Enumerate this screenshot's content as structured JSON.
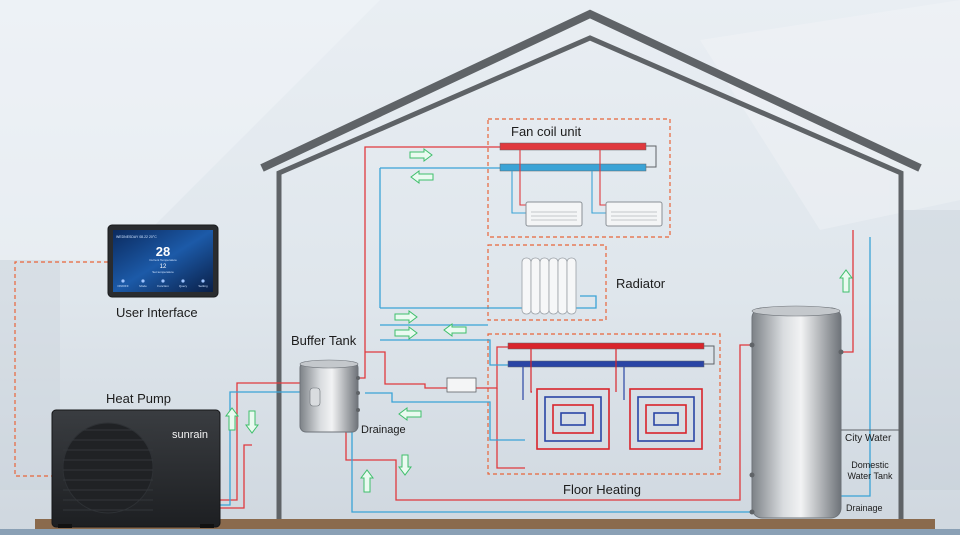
{
  "labels": {
    "fan_coil_unit": "Fan coil unit",
    "radiator": "Radiator",
    "user_interface": "User Interface",
    "buffer_tank": "Buffer Tank",
    "heat_pump": "Heat Pump",
    "drainage_buffer": "Drainage",
    "floor_heating": "Floor Heating",
    "city_water": "City Water",
    "domestic_water_tank_line1": "Domestic",
    "domestic_water_tank_line2": "Water Tank",
    "drainage_tank": "Drainage"
  },
  "heat_pump": {
    "brand": "sunrain"
  },
  "user_interface_screen": {
    "status_text": "WEDNESDAY 08.22 20°C",
    "big_temp": "28",
    "temp_caption": "Current Temperature",
    "set_temp": "12",
    "set_caption": "Set temperature",
    "bottom_menu": [
      "ON/OFF",
      "Mode",
      "Function",
      "Query",
      "Setting"
    ]
  },
  "colors": {
    "supply_pipe": "#e0393e",
    "return_pipe": "#3aa3d6",
    "dashed_outline": "#e8653a",
    "house_outline": "#5f6367",
    "flow_arrow": "#3fbf6b",
    "floor_loop_red": "#d9242b",
    "floor_loop_blue": "#2a45a5",
    "ground": "#8a6a4d"
  }
}
